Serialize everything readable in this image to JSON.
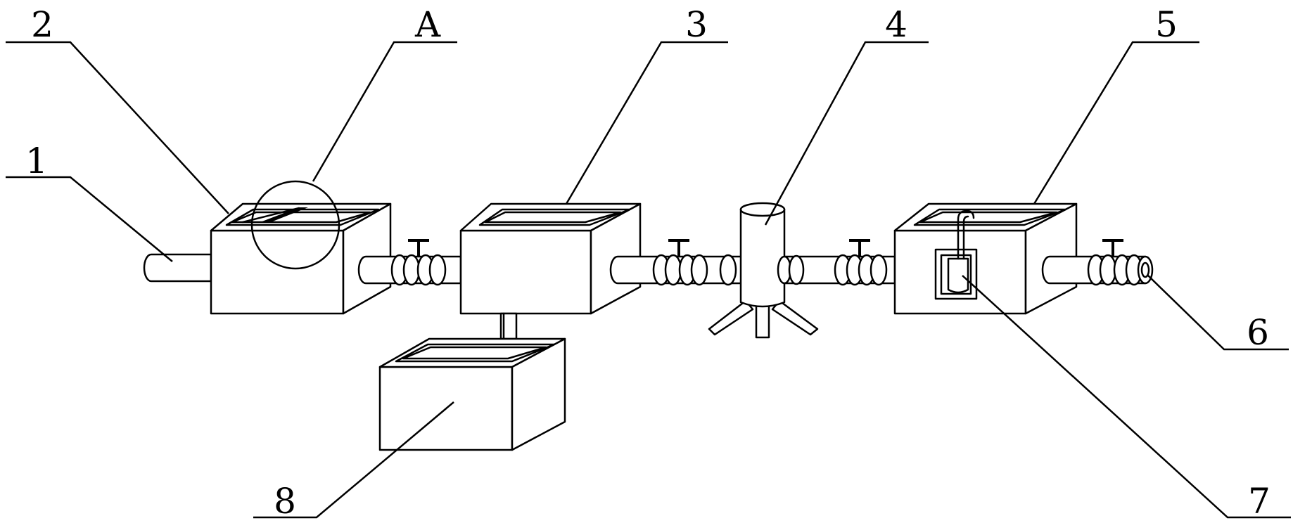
{
  "callouts": {
    "c1": "1",
    "c2": "2",
    "cA": "A",
    "c3": "3",
    "c4": "4",
    "c5": "5",
    "c6": "6",
    "c7": "7",
    "c8": "8"
  },
  "colors": {
    "line": "#000000",
    "background": "#ffffff"
  }
}
